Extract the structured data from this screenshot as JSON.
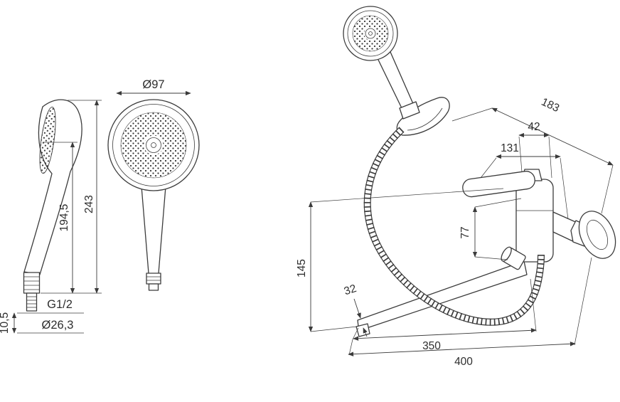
{
  "drawing": {
    "background": "#ffffff",
    "line_color": "#3b3b3b",
    "views": {
      "side_view": {
        "name": "hand shower side view",
        "dims": {
          "face_to_bottom": "194,5",
          "overall_length": "243",
          "collar_height": "10,5",
          "thread_size": "G1/2",
          "connector_diameter": "Ø26,3"
        }
      },
      "front_view": {
        "name": "hand shower front view",
        "dims": {
          "head_diameter": "Ø97"
        }
      },
      "mixer_view": {
        "name": "wall mounted mixer with shower set",
        "dims": {
          "holder_to_wall": "183",
          "lever_depth": "42",
          "body_to_wall": "131",
          "body_height": "77",
          "mount_to_spout": "145",
          "spout_tube": "32",
          "spout_length": "350",
          "overall_reach": "400"
        }
      }
    }
  }
}
